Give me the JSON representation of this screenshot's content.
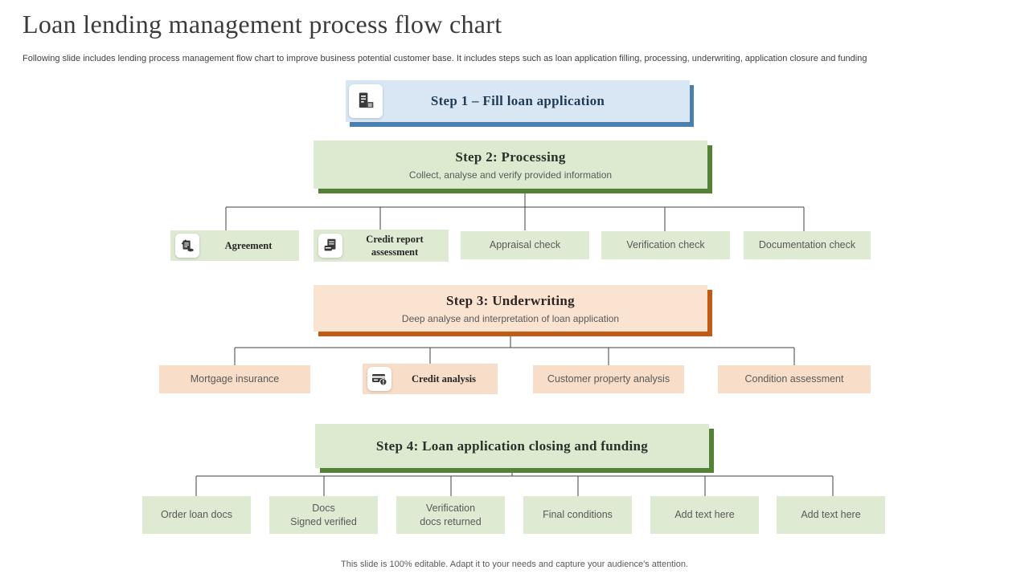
{
  "slide": {
    "title": "Loan lending management process flow chart",
    "subtitle": "Following slide includes lending process management flow chart to improve business potential customer base. It includes steps such as loan application filling, processing, underwriting, application closure and funding",
    "footer": "This slide is 100% editable. Adapt it to your needs and capture your audience's attention."
  },
  "colors": {
    "step1_fill": "#d9e7f5",
    "step1_shadow": "#4a80b0",
    "green_fill": "#dcebd0",
    "green_shadow": "#538135",
    "orange_fill": "#fbe3d1",
    "orange_shadow": "#c05a15",
    "child_green_fill": "#dfead3",
    "child_peach_fill": "#f8ddc8",
    "connector": "#404040"
  },
  "step1": {
    "label": "Step 1 – Fill loan application",
    "icon": "loan-application-form-icon"
  },
  "step2": {
    "label": "Step 2: Processing",
    "description": "Collect, analyse and verify provided information",
    "children": [
      {
        "label": "Agreement",
        "icon": "agreement-stamp-icon"
      },
      {
        "label": "Credit report assessment",
        "icon": "credit-report-icon"
      },
      {
        "label": "Appraisal check"
      },
      {
        "label": "Verification check"
      },
      {
        "label": "Documentation check"
      }
    ]
  },
  "step3": {
    "label": "Step 3: Underwriting",
    "description": "Deep analyse and interpretation of loan application",
    "children": [
      {
        "label": "Mortgage insurance"
      },
      {
        "label": "Credit analysis",
        "icon": "credit-card-alert-icon"
      },
      {
        "label": "Customer property analysis"
      },
      {
        "label": "Condition assessment"
      }
    ]
  },
  "step4": {
    "label": "Step 4: Loan application closing and funding",
    "children": [
      {
        "label": "Order loan docs"
      },
      {
        "label": "Docs\nSigned verified"
      },
      {
        "label": "Verification\ndocs returned"
      },
      {
        "label": "Final conditions"
      },
      {
        "label": "Add text here"
      },
      {
        "label": "Add text here"
      }
    ]
  }
}
